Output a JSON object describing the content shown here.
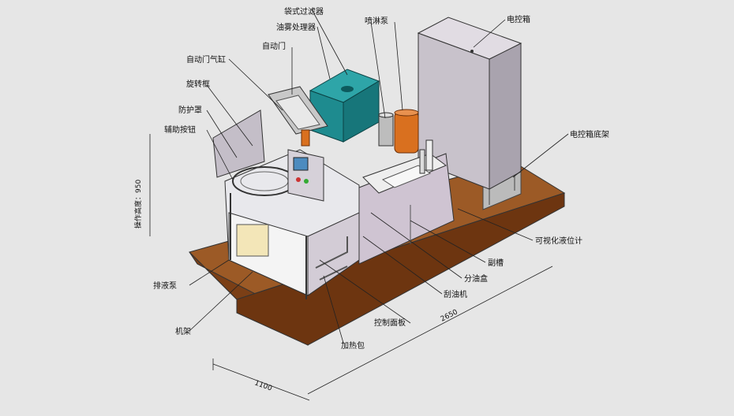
{
  "labels": {
    "bag_filter": "袋式过滤器",
    "oil_mist": "油雾处理器",
    "spray_pump": "喷淋泵",
    "control_box": "电控箱",
    "auto_door": "自动门",
    "auto_door_cyl": "自动门气缸",
    "rotary_frame": "旋转框",
    "guard": "防护罩",
    "aux_button": "辅助按钮",
    "box_base": "电控箱底架",
    "level_gauge": "可视化液位计",
    "sub_tank": "副槽",
    "oil_box": "分油盒",
    "skimmer": "刮油机",
    "drain_pump": "排液泵",
    "panel": "控制面板",
    "frame": "机架",
    "heater": "加热包"
  },
  "dimensions": {
    "height_label": "操作高度：950",
    "length": "2650",
    "width": "1100"
  },
  "colors": {
    "background": "#e6e6e6",
    "base": "#8a4a1e",
    "teal": "#1e8b8f",
    "tank": "#d8ccd8",
    "cabinet": "#c9c3cc",
    "orange": "#d9701f"
  }
}
